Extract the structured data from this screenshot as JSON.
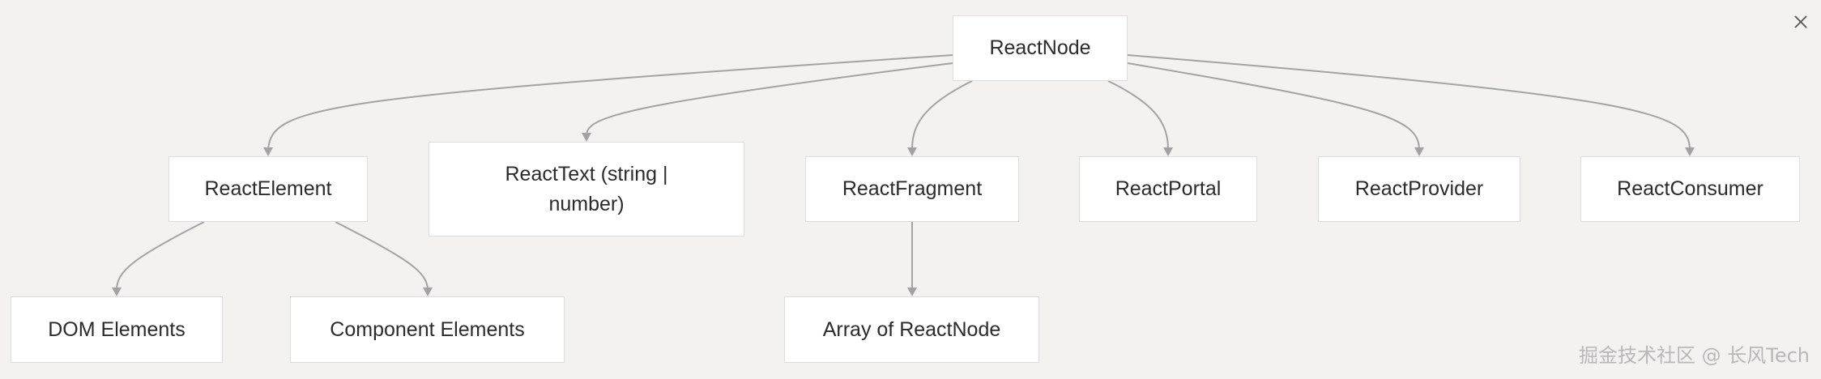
{
  "diagram": {
    "nodes": [
      {
        "id": "react-node",
        "label": "ReactNode"
      },
      {
        "id": "react-element",
        "label": "ReactElement"
      },
      {
        "id": "react-text",
        "label": "ReactText (string | number)"
      },
      {
        "id": "react-fragment",
        "label": "ReactFragment"
      },
      {
        "id": "react-portal",
        "label": "ReactPortal"
      },
      {
        "id": "react-provider",
        "label": "ReactProvider"
      },
      {
        "id": "react-consumer",
        "label": "ReactConsumer"
      },
      {
        "id": "dom-elements",
        "label": "DOM Elements"
      },
      {
        "id": "component-elements",
        "label": "Component Elements"
      },
      {
        "id": "array-of-react-node",
        "label": "Array of ReactNode"
      }
    ],
    "edges": [
      {
        "from": "react-node",
        "to": "react-element"
      },
      {
        "from": "react-node",
        "to": "react-text"
      },
      {
        "from": "react-node",
        "to": "react-fragment"
      },
      {
        "from": "react-node",
        "to": "react-portal"
      },
      {
        "from": "react-node",
        "to": "react-provider"
      },
      {
        "from": "react-node",
        "to": "react-consumer"
      },
      {
        "from": "react-element",
        "to": "dom-elements"
      },
      {
        "from": "react-element",
        "to": "component-elements"
      },
      {
        "from": "react-fragment",
        "to": "array-of-react-node"
      }
    ]
  },
  "watermark": "掘金技术社区 @ 长风Tech",
  "close_icon": "close-icon"
}
